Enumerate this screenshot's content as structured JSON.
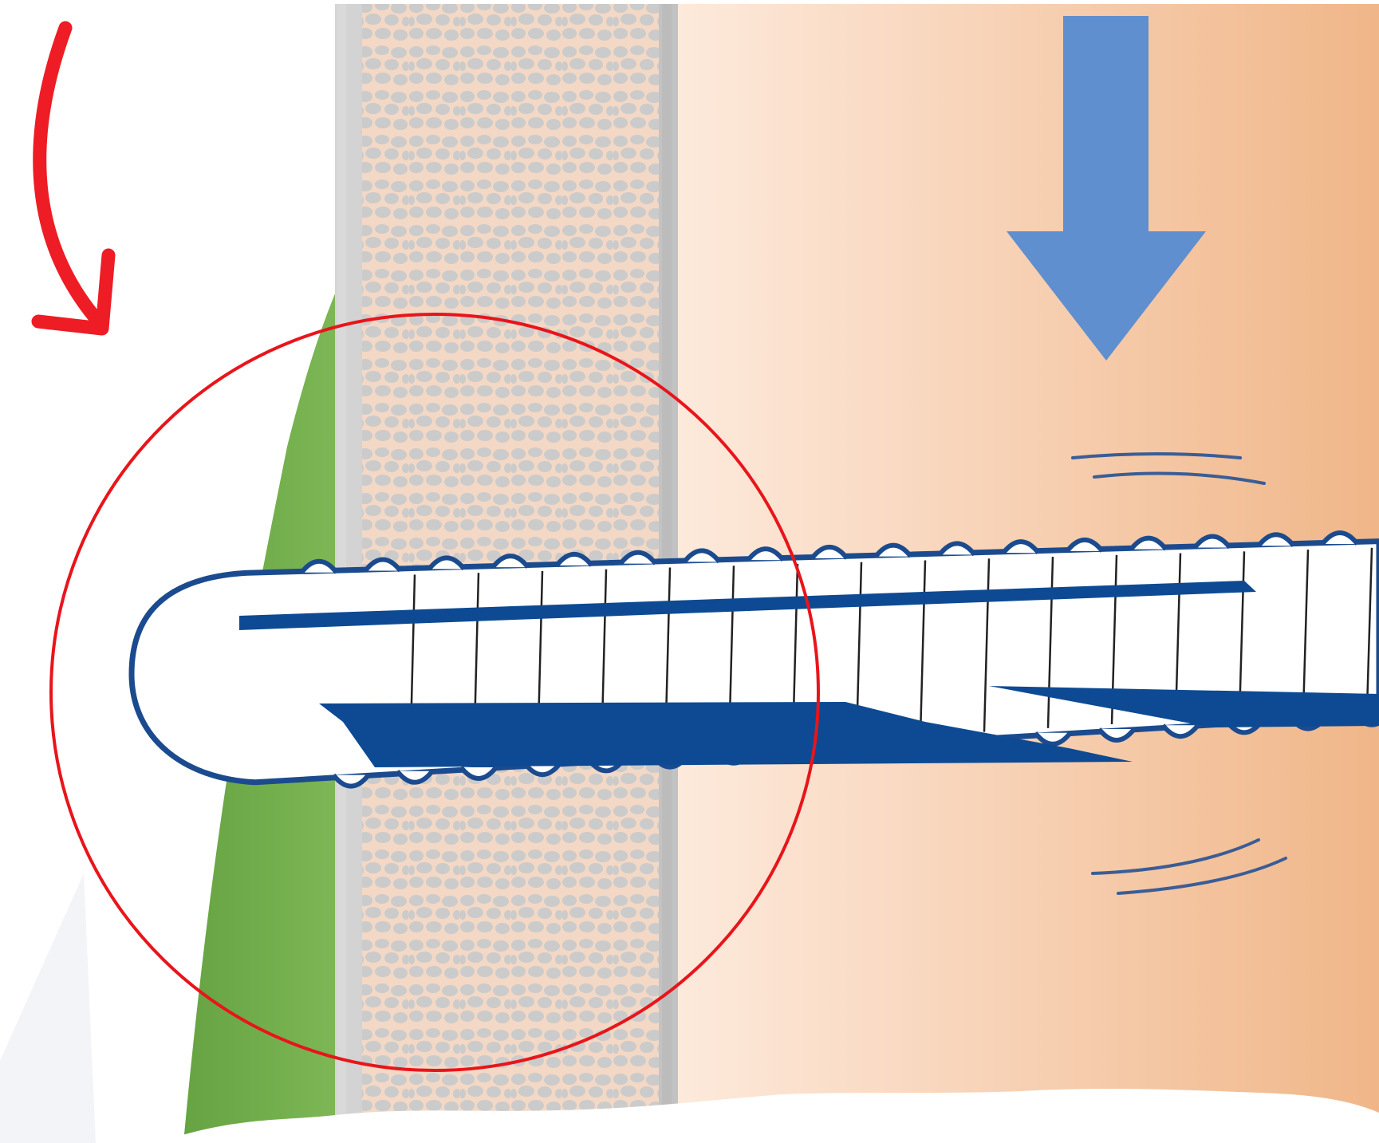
{
  "diagram": {
    "elements": [
      "red-curved-arrow-icon",
      "green-soft-tissue-layer",
      "cortical-bone-layer",
      "cancellous-bone-texture",
      "peach-tissue-region",
      "threaded-screw-implant",
      "red-highlight-circle",
      "blue-down-arrow-icon",
      "vibration-lines-upper",
      "vibration-lines-lower",
      "white-torn-bottom-edge"
    ],
    "colors": {
      "red_arrow": "#ee1c24",
      "highlight_circle": "#e8151b",
      "blue_arrow": "#5f8fce",
      "screw_outline": "#1b4b8e",
      "screw_stripe": "#0d4a93",
      "screw_fill": "#ffffff",
      "green_layer": "#6ba843",
      "bone_gray": "#c9c9c9",
      "bone_pore_bg": "#f2d3bd",
      "bone_pore": "#c4c4c4",
      "peach_light": "#fbe1cf",
      "peach_dark": "#f0b688",
      "vibration_line": "#3a5d96"
    }
  }
}
